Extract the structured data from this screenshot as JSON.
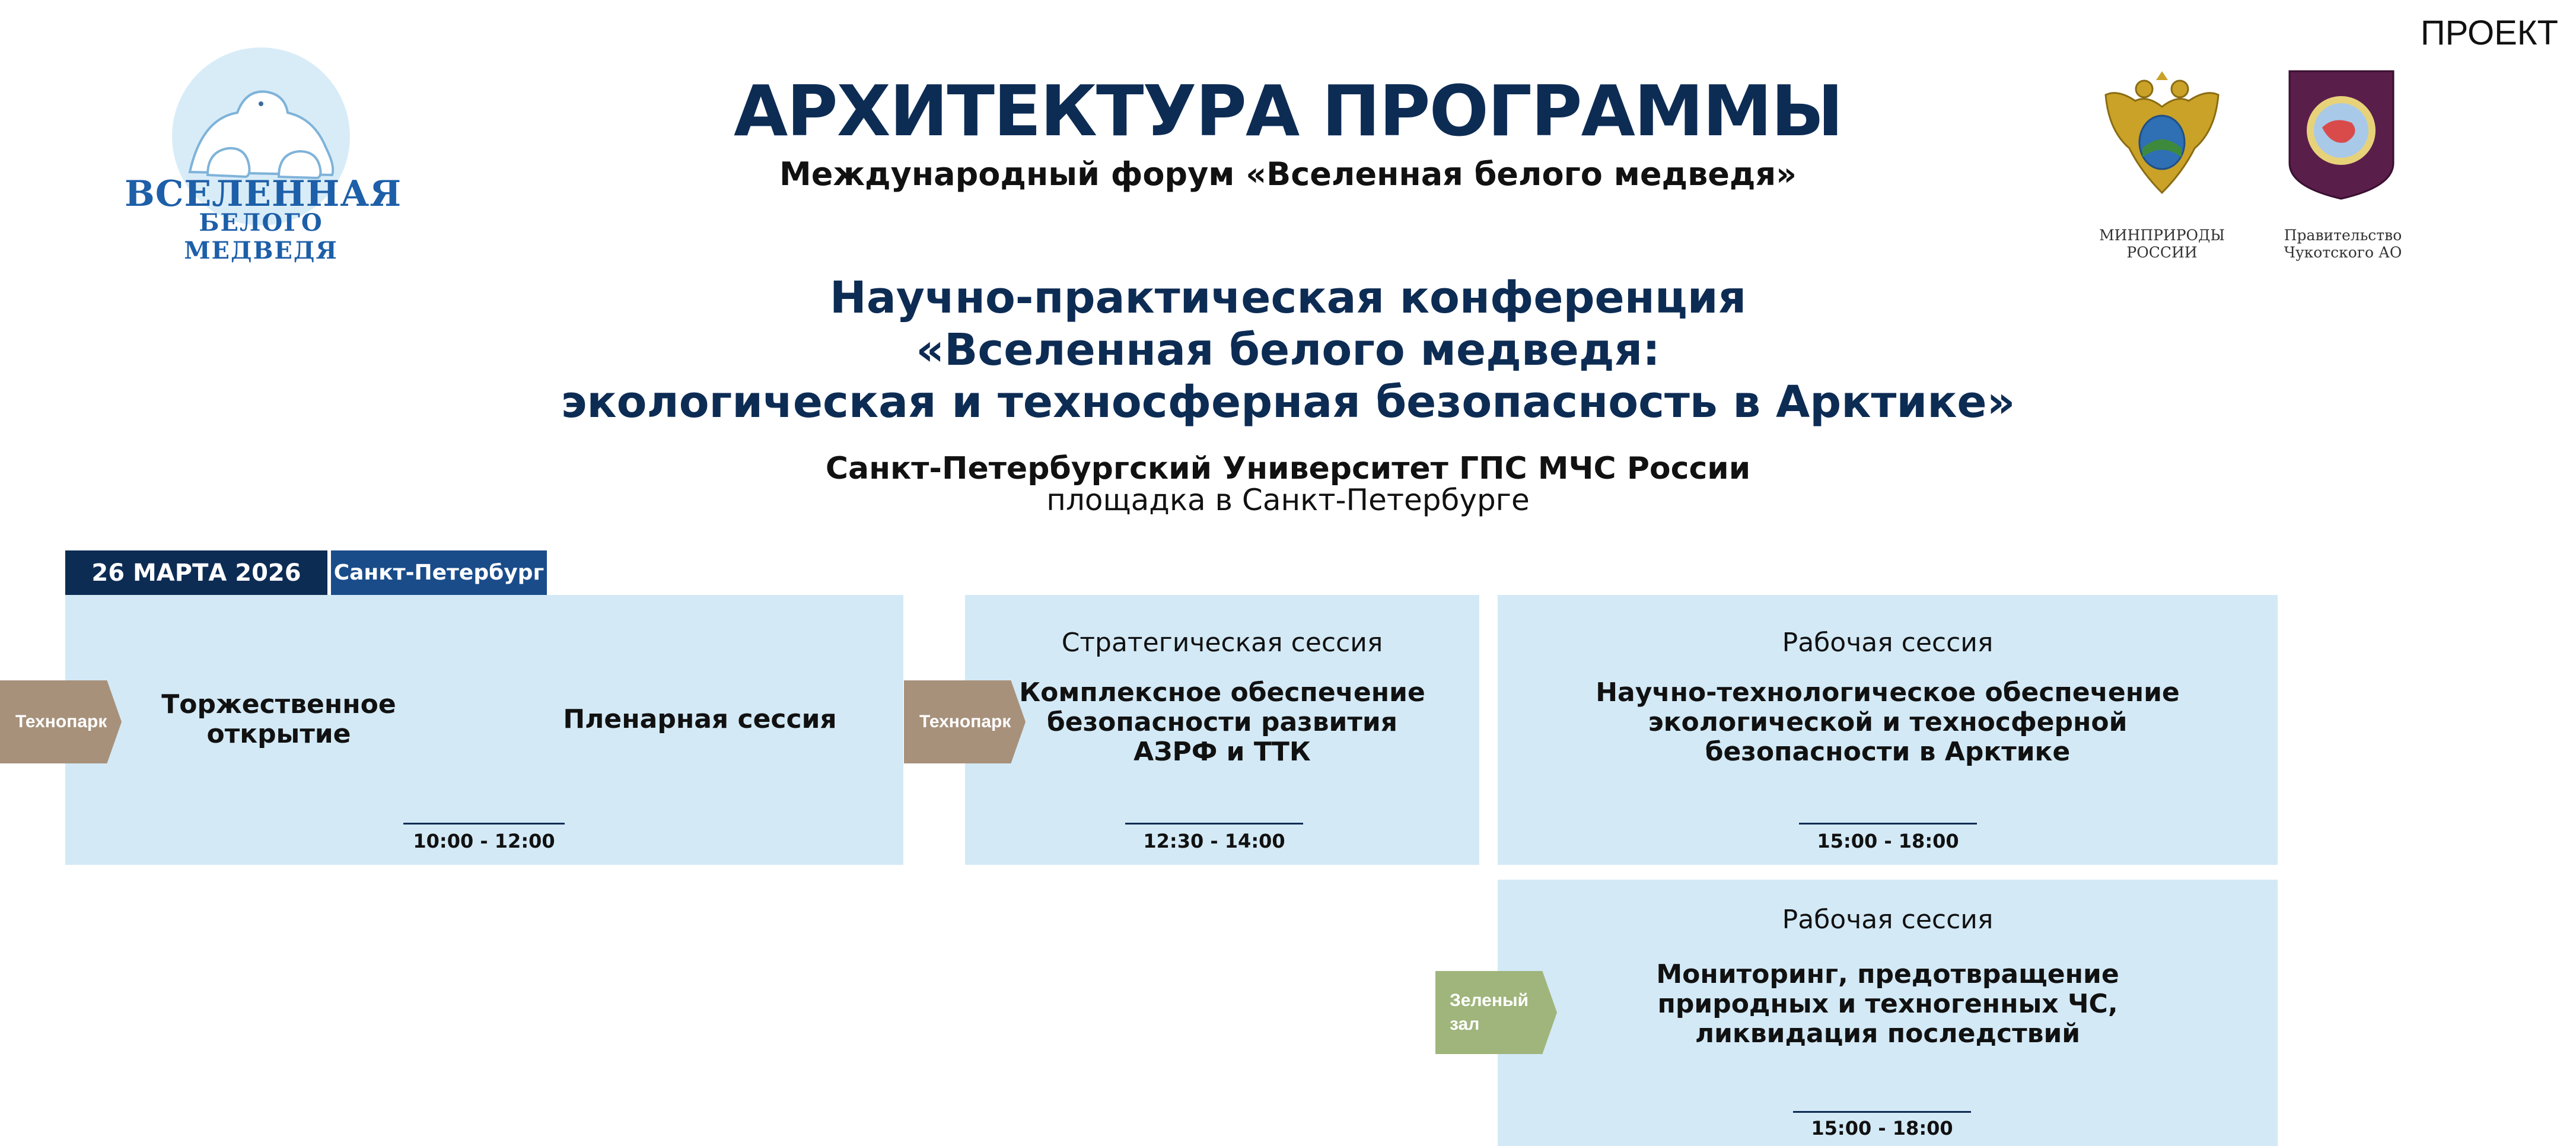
{
  "header": {
    "draft_label": "ПРОЕКТ",
    "title": "АРХИТЕКТУРА ПРОГРАММЫ",
    "subtitle": "Международный форум «Вселенная белого медведя»"
  },
  "logos": {
    "forum_logo_line1": "ВСЕЛЕННАЯ",
    "forum_logo_line2": "БЕЛОГО МЕДВЕДЯ",
    "ministry_caption_line1": "МИНПРИРОДЫ",
    "ministry_caption_line2": "РОССИИ",
    "chukotka_caption_line1": "Правительство",
    "chukotka_caption_line2": "Чукотского АО",
    "icons": [
      "polar-bear-logo-icon",
      "russian-eagle-emblem-icon",
      "chukotka-emblem-icon"
    ]
  },
  "conference": {
    "title_line1": "Научно-практическая конференция",
    "title_line2": "«Вселенная белого медведя:",
    "title_line3": "экологическая и техносферная безопасность в Арктике»",
    "venue_name": "Санкт-Петербургский Университет ГПС МЧС России",
    "venue_sub": "площадка в Санкт-Петербурге"
  },
  "schedule": {
    "date": "26 МАРТА 2026",
    "city": "Санкт-Петербург",
    "venues": {
      "technopark": "Технопарк",
      "green_hall_line1": "Зеленый",
      "green_hall_line2": "зал"
    },
    "sessions": [
      {
        "opening_line1": "Торжественное",
        "opening_line2": "открытие",
        "plenary": "Пленарная сессия",
        "time": "10:00 - 12:00"
      },
      {
        "type": "Стратегическая  сессия",
        "title_line1": "Комплексное обеспечение",
        "title_line2": "безопасности развития",
        "title_line3": "АЗРФ и ТТК",
        "time": "12:30 - 14:00"
      },
      {
        "type": "Рабочая сессия",
        "title_line1": "Научно-технологическое обеспечение",
        "title_line2": "экологической и техносферной",
        "title_line3": "безопасности в Арктике",
        "time": "15:00 - 18:00"
      },
      {
        "type": "Рабочая сессия",
        "title_line1": "Мониторинг, предотвращение",
        "title_line2": "природных и техногенных ЧС,",
        "title_line3": "ликвидация последствий",
        "time": "15:00 - 18:00"
      }
    ]
  },
  "colors": {
    "navy": "#0d2c54",
    "tab_blue": "#1a4c8a",
    "box_fill": "#d3e9f6",
    "technopark_tag": "#a7917b",
    "green_hall_tag": "#9fb57b",
    "logo_blue": "#1d5fa8"
  }
}
